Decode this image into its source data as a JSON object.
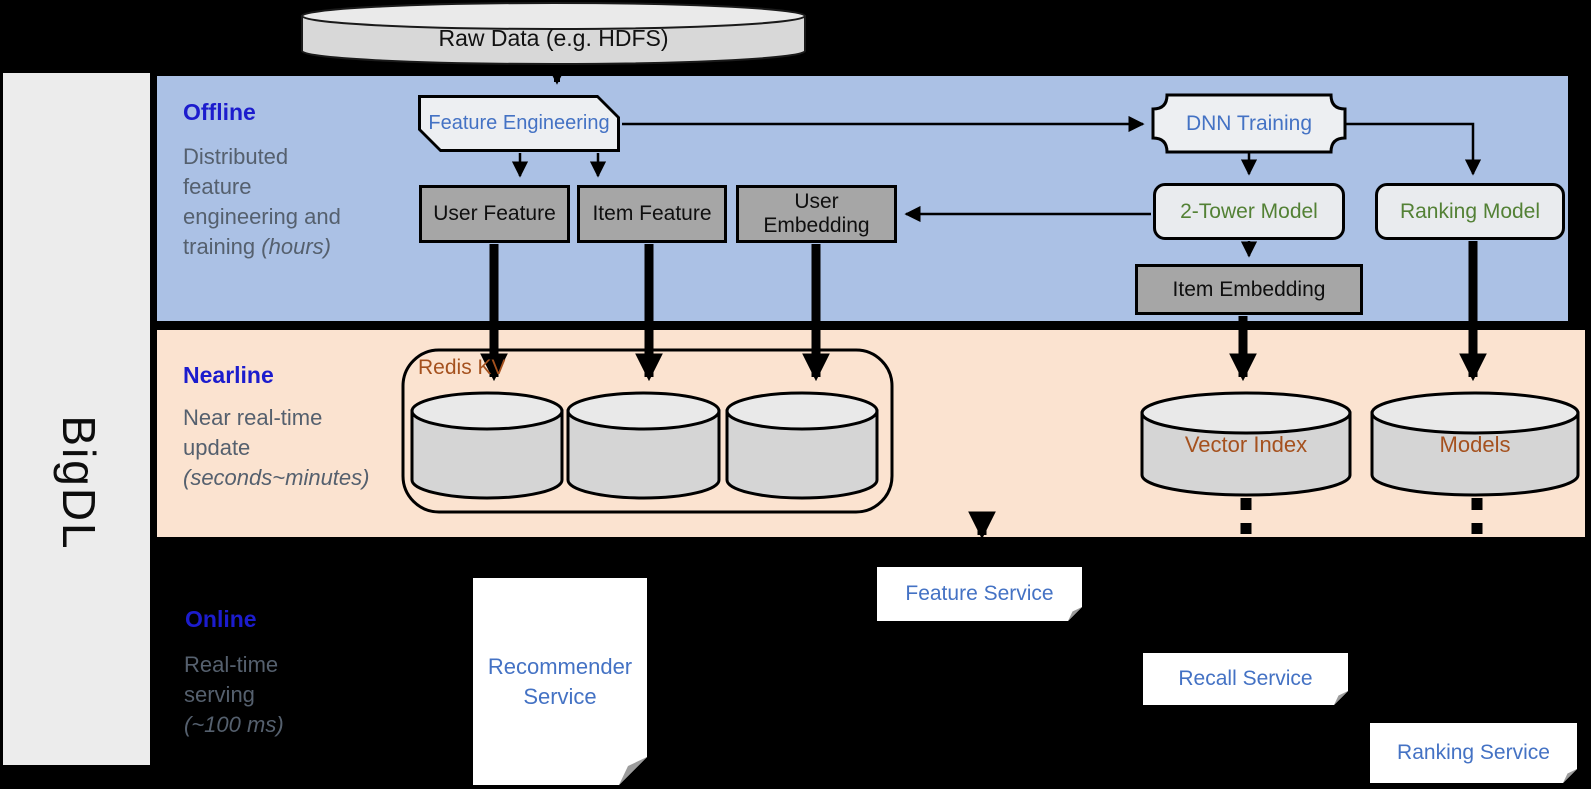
{
  "brand": "BigDL",
  "raw_data_label": "Raw Data (e.g. HDFS)",
  "sections": {
    "offline": {
      "title": "Offline",
      "subtitle": "Distributed\nfeature\nengineering and\ntraining ",
      "subtitle_italic": "(hours)"
    },
    "nearline": {
      "title": "Nearline",
      "subtitle": "Near real-time\nupdate\n",
      "subtitle_italic": "(seconds~minutes)"
    },
    "online": {
      "title": "Online",
      "subtitle": "Real-time\nserving\n",
      "subtitle_italic": "(~100 ms)"
    }
  },
  "offline": {
    "feature_engineering": "Feature Engineering",
    "dnn_training": "DNN Training",
    "user_feature": "User Feature",
    "item_feature": "Item Feature",
    "user_embedding": "User Embedding",
    "two_tower_model": "2-Tower Model",
    "ranking_model": "Ranking Model",
    "item_embedding": "Item Embedding"
  },
  "nearline": {
    "redis_kv": "Redis KV",
    "vector_index": "Vector Index",
    "models": "Models"
  },
  "online": {
    "recommender_service": "Recommender\nService",
    "feature_service": "Feature Service",
    "recall_service": "Recall Service",
    "ranking_service": "Ranking Service"
  },
  "colors": {
    "offline_band": "#abc1e5",
    "nearline_band": "#fbe3d0",
    "accent_blue": "#4472c4",
    "accent_green": "#538135",
    "accent_brown": "#a5511e",
    "section_label_blue": "#1c1ccd",
    "subtitle_gray": "#55606e"
  }
}
